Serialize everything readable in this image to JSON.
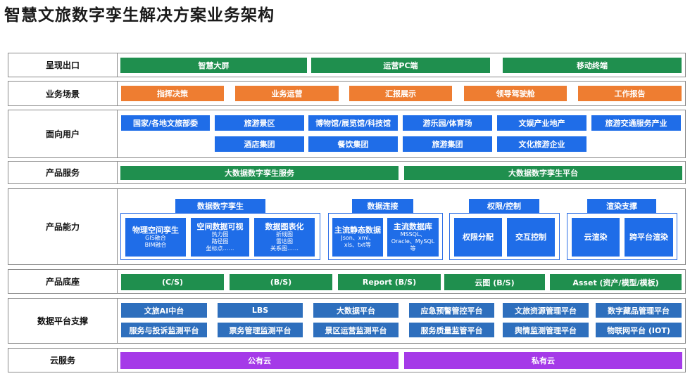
{
  "title": "智慧文旅数字孪生解决方案业务架构",
  "rows": {
    "output": {
      "label": "呈现出口",
      "items": [
        "智慧大屏",
        "运营PC端",
        "移动终端"
      ]
    },
    "scenes": {
      "label": "业务场景",
      "items": [
        "指挥决策",
        "业务运营",
        "汇报展示",
        "领导驾驶舱",
        "工作报告"
      ]
    },
    "users": {
      "label": "面向用户",
      "row1": [
        "国家/各地文旅部委",
        "旅游景区",
        "博物馆/展览馆/科技馆",
        "游乐园/体育场",
        "文娱产业地产",
        "旅游交通服务产业"
      ],
      "row2": [
        "酒店集团",
        "餐饮集团",
        "旅游集团",
        "文化旅游企业"
      ]
    },
    "product_service": {
      "label": "产品服务",
      "items": [
        "大数据数字孪生服务",
        "大数据数字孪生平台"
      ]
    },
    "capability": {
      "label": "产品能力",
      "groups": [
        {
          "title": "数据数字孪生",
          "items": [
            {
              "title": "物理空间孪生",
              "subs": [
                "GIS融合",
                "BIM融合"
              ]
            },
            {
              "title": "空间数据可视",
              "subs": [
                "热力图",
                "路径图",
                "坐标点……"
              ]
            },
            {
              "title": "数据图表化",
              "subs": [
                "折线图",
                "雷达图",
                "关系图……"
              ]
            }
          ]
        },
        {
          "title": "数据连接",
          "items": [
            {
              "title": "主流静态数据",
              "subs": [
                "Json、xml、",
                "xls、txt等"
              ]
            },
            {
              "title": "主流数据库",
              "subs": [
                "MSSQL、",
                "Oracle、MySQL",
                "等"
              ]
            }
          ]
        },
        {
          "title": "权限/控制",
          "items": [
            {
              "title": "权限分配",
              "subs": []
            },
            {
              "title": "交互控制",
              "subs": []
            }
          ]
        },
        {
          "title": "渲染支撑",
          "items": [
            {
              "title": "云渲染",
              "subs": []
            },
            {
              "title": "跨平台渲染",
              "subs": []
            }
          ]
        }
      ]
    },
    "base": {
      "label": "产品底座",
      "items": [
        "(C/S)",
        "(B/S)",
        "Report (B/S)",
        "云图 (B/S)",
        "Asset (资产/模型/模板)"
      ]
    },
    "data_platform": {
      "label": "数据平台支撑",
      "row1": [
        "文旅AI中台",
        "LBS",
        "大数据平台",
        "应急预警管控平台",
        "文旅资源管理平台",
        "数字藏品管理平台"
      ],
      "row2": [
        "服务与投诉监测平台",
        "票务管理监测平台",
        "景区运营监测平台",
        "服务质量监管平台",
        "舆情监测管理平台",
        "物联网平台 (IOT)"
      ]
    },
    "cloud": {
      "label": "云服务",
      "items": [
        "公有云",
        "私有云"
      ]
    }
  },
  "colors": {
    "green": "#1f8f4e",
    "orange": "#ee7d31",
    "blue": "#1f6de8",
    "dark_blue": "#2e6fbd",
    "purple": "#a53ae8",
    "border": "#8a8a8a"
  }
}
